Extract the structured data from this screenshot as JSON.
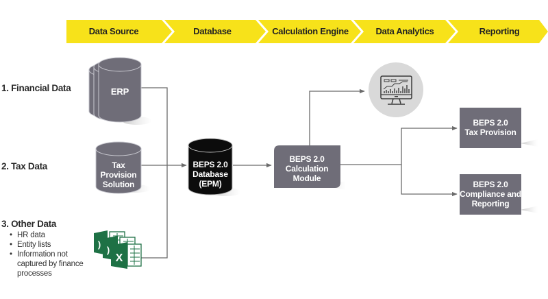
{
  "colors": {
    "chevron": "#f7e21a",
    "node_gray": "#6f6d78",
    "node_black": "#0c0c0c",
    "connector": "#6b6b6b",
    "analytics_circle": "#d9d9d9",
    "excel_green": "#1e7145"
  },
  "stages": [
    {
      "label": "Data Source"
    },
    {
      "label": "Database"
    },
    {
      "label": "Calculation Engine"
    },
    {
      "label": "Data Analytics"
    },
    {
      "label": "Reporting"
    }
  ],
  "sources": {
    "financial": {
      "label": "1. Financial Data",
      "node": "ERP"
    },
    "tax": {
      "label": "2. Tax Data",
      "node_lines": [
        "Tax",
        "Provision",
        "Solution"
      ]
    },
    "other": {
      "label": "3. Other Data",
      "bullets": [
        "HR data",
        "Entity lists",
        "Information not"
      ],
      "bullet_continuation": [
        "captured by finance",
        "processes"
      ],
      "icon": "excel-files-icon"
    }
  },
  "database": {
    "lines": [
      "BEPS 2.0",
      "Database",
      "(EPM)"
    ]
  },
  "calc_module": {
    "lines": [
      "BEPS 2.0",
      "Calculation",
      "Module"
    ]
  },
  "analytics": {
    "icon": "analytics-monitor-icon"
  },
  "outputs": [
    {
      "lines": [
        "BEPS 2.0",
        "Tax Provision"
      ]
    },
    {
      "lines": [
        "BEPS 2.0",
        "Compliance and",
        "Reporting"
      ]
    }
  ]
}
